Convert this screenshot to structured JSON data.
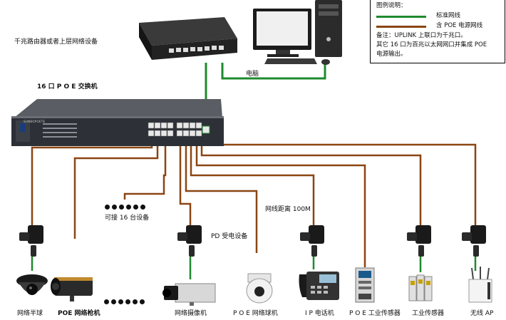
{
  "legend": {
    "title": "图例说明：",
    "standard_line": "标准网线",
    "poe_line": "含 POE 电源网线",
    "note1": "备注：UPLINK 上联口为千兆口。",
    "note2": "其它 16 口为百兆以太网网口并集成 POE",
    "note3": "电源输出。",
    "colors": {
      "standard": "#1e8a2e",
      "poe": "#8b4513"
    }
  },
  "labels": {
    "router": "千兆路由器或者上层网络设备",
    "computer": "电脑",
    "switch": "16 口 P O E 交换机",
    "connect16": "可接 16 台设备",
    "distance": "网线距离 100M",
    "pd": "PD 受电设备"
  },
  "devices": [
    "网络半球",
    "POE 网络枪机",
    "网络摄像机",
    "P O E  网络球机",
    "I P 电话机",
    "P O E 工业传感器",
    "工业传感器",
    "无线 AP"
  ],
  "switch_brand": "SUNBOPOETE"
}
